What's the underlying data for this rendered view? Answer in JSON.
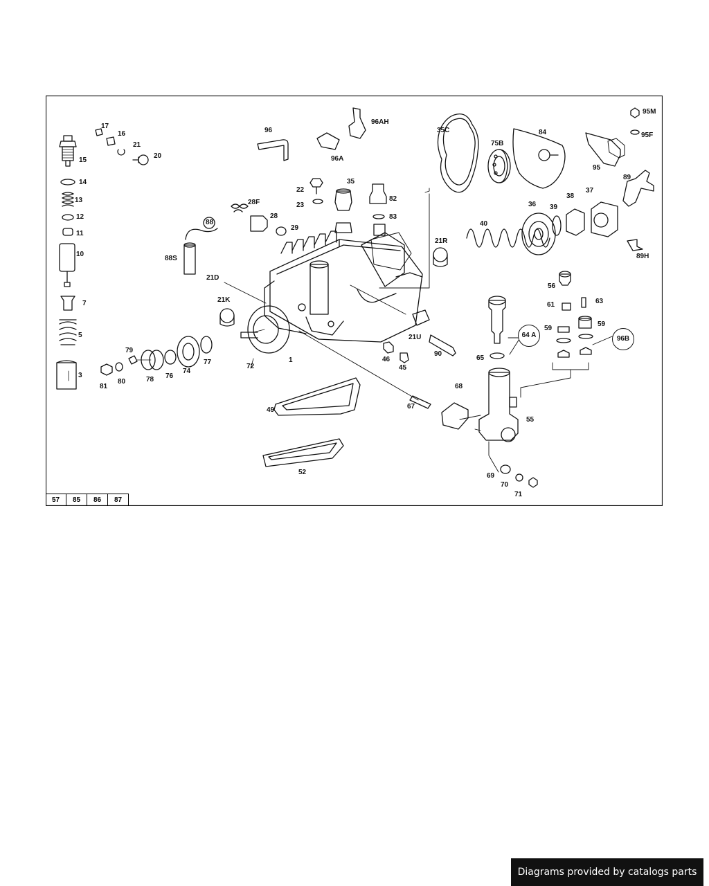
{
  "diagram": {
    "callouts": [
      {
        "id": "17",
        "text": "17"
      },
      {
        "id": "16",
        "text": "16"
      },
      {
        "id": "21a",
        "text": "21"
      },
      {
        "id": "20",
        "text": "20"
      },
      {
        "id": "15",
        "text": "15"
      },
      {
        "id": "14",
        "text": "14"
      },
      {
        "id": "13",
        "text": "13"
      },
      {
        "id": "12",
        "text": "12"
      },
      {
        "id": "11",
        "text": "11"
      },
      {
        "id": "10",
        "text": "10"
      },
      {
        "id": "7",
        "text": "7"
      },
      {
        "id": "5",
        "text": "5"
      },
      {
        "id": "3",
        "text": "3"
      },
      {
        "id": "96",
        "text": "96"
      },
      {
        "id": "96AH",
        "text": "96AH"
      },
      {
        "id": "96A",
        "text": "96A"
      },
      {
        "id": "35C",
        "text": "35C"
      },
      {
        "id": "75B",
        "text": "75B"
      },
      {
        "id": "84",
        "text": "84"
      },
      {
        "id": "95M",
        "text": "95M"
      },
      {
        "id": "95F",
        "text": "95F"
      },
      {
        "id": "95",
        "text": "95"
      },
      {
        "id": "89",
        "text": "89"
      },
      {
        "id": "89H",
        "text": "89H"
      },
      {
        "id": "22",
        "text": "22"
      },
      {
        "id": "23",
        "text": "23"
      },
      {
        "id": "35",
        "text": "35"
      },
      {
        "id": "82",
        "text": "82"
      },
      {
        "id": "83",
        "text": "83"
      },
      {
        "id": "28F",
        "text": "28F"
      },
      {
        "id": "28",
        "text": "28"
      },
      {
        "id": "29",
        "text": "29"
      },
      {
        "id": "88",
        "text": "88"
      },
      {
        "id": "88S",
        "text": "88S"
      },
      {
        "id": "21D",
        "text": "21D"
      },
      {
        "id": "21K",
        "text": "21K"
      },
      {
        "id": "21R",
        "text": "21R"
      },
      {
        "id": "40",
        "text": "40"
      },
      {
        "id": "36",
        "text": "36"
      },
      {
        "id": "39",
        "text": "39"
      },
      {
        "id": "38",
        "text": "38"
      },
      {
        "id": "37",
        "text": "37"
      },
      {
        "id": "56",
        "text": "56"
      },
      {
        "id": "61",
        "text": "61"
      },
      {
        "id": "63",
        "text": "63"
      },
      {
        "id": "59a",
        "text": "59"
      },
      {
        "id": "59b",
        "text": "59"
      },
      {
        "id": "64A",
        "text": "64 A"
      },
      {
        "id": "96B",
        "text": "96B"
      },
      {
        "id": "65",
        "text": "65"
      },
      {
        "id": "21U",
        "text": "21U"
      },
      {
        "id": "90",
        "text": "90"
      },
      {
        "id": "46",
        "text": "46"
      },
      {
        "id": "45",
        "text": "45"
      },
      {
        "id": "72",
        "text": "72"
      },
      {
        "id": "1",
        "text": "1"
      },
      {
        "id": "79",
        "text": "79"
      },
      {
        "id": "81",
        "text": "81"
      },
      {
        "id": "80",
        "text": "80"
      },
      {
        "id": "78",
        "text": "78"
      },
      {
        "id": "76",
        "text": "76"
      },
      {
        "id": "74",
        "text": "74"
      },
      {
        "id": "77",
        "text": "77"
      },
      {
        "id": "68",
        "text": "68"
      },
      {
        "id": "67",
        "text": "67"
      },
      {
        "id": "49",
        "text": "49"
      },
      {
        "id": "52",
        "text": "52"
      },
      {
        "id": "55",
        "text": "55"
      },
      {
        "id": "69",
        "text": "69"
      },
      {
        "id": "70",
        "text": "70"
      },
      {
        "id": "71",
        "text": "71"
      }
    ],
    "reference_row": [
      "57",
      "85",
      "86",
      "87"
    ]
  },
  "footer": {
    "text": "Diagrams provided by catalogs parts"
  }
}
